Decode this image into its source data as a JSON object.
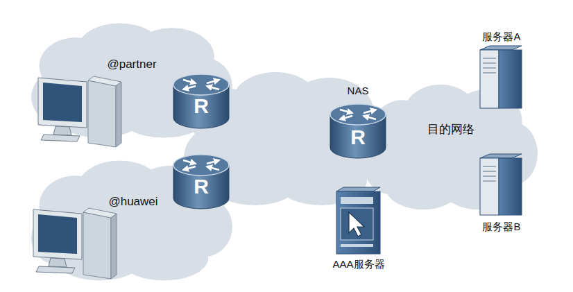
{
  "diagram": {
    "nodes": [
      {
        "text": [
          "@partner"
        ]
      },
      {
        "text": [
          "@huawei"
        ]
      },
      {
        "text": [
          "NAS"
        ]
      },
      {
        "text": [
          "目的网络"
        ]
      },
      {
        "text": [
          "服务器A"
        ]
      },
      {
        "text": [
          "服务器B"
        ]
      },
      {
        "text": [
          "AAA服务器"
        ]
      }
    ],
    "edges": [
      {
        "from": 2,
        "to": 6,
        "arrow": "none"
      }
    ],
    "labels": [
      "R",
      "R",
      "R"
    ]
  }
}
